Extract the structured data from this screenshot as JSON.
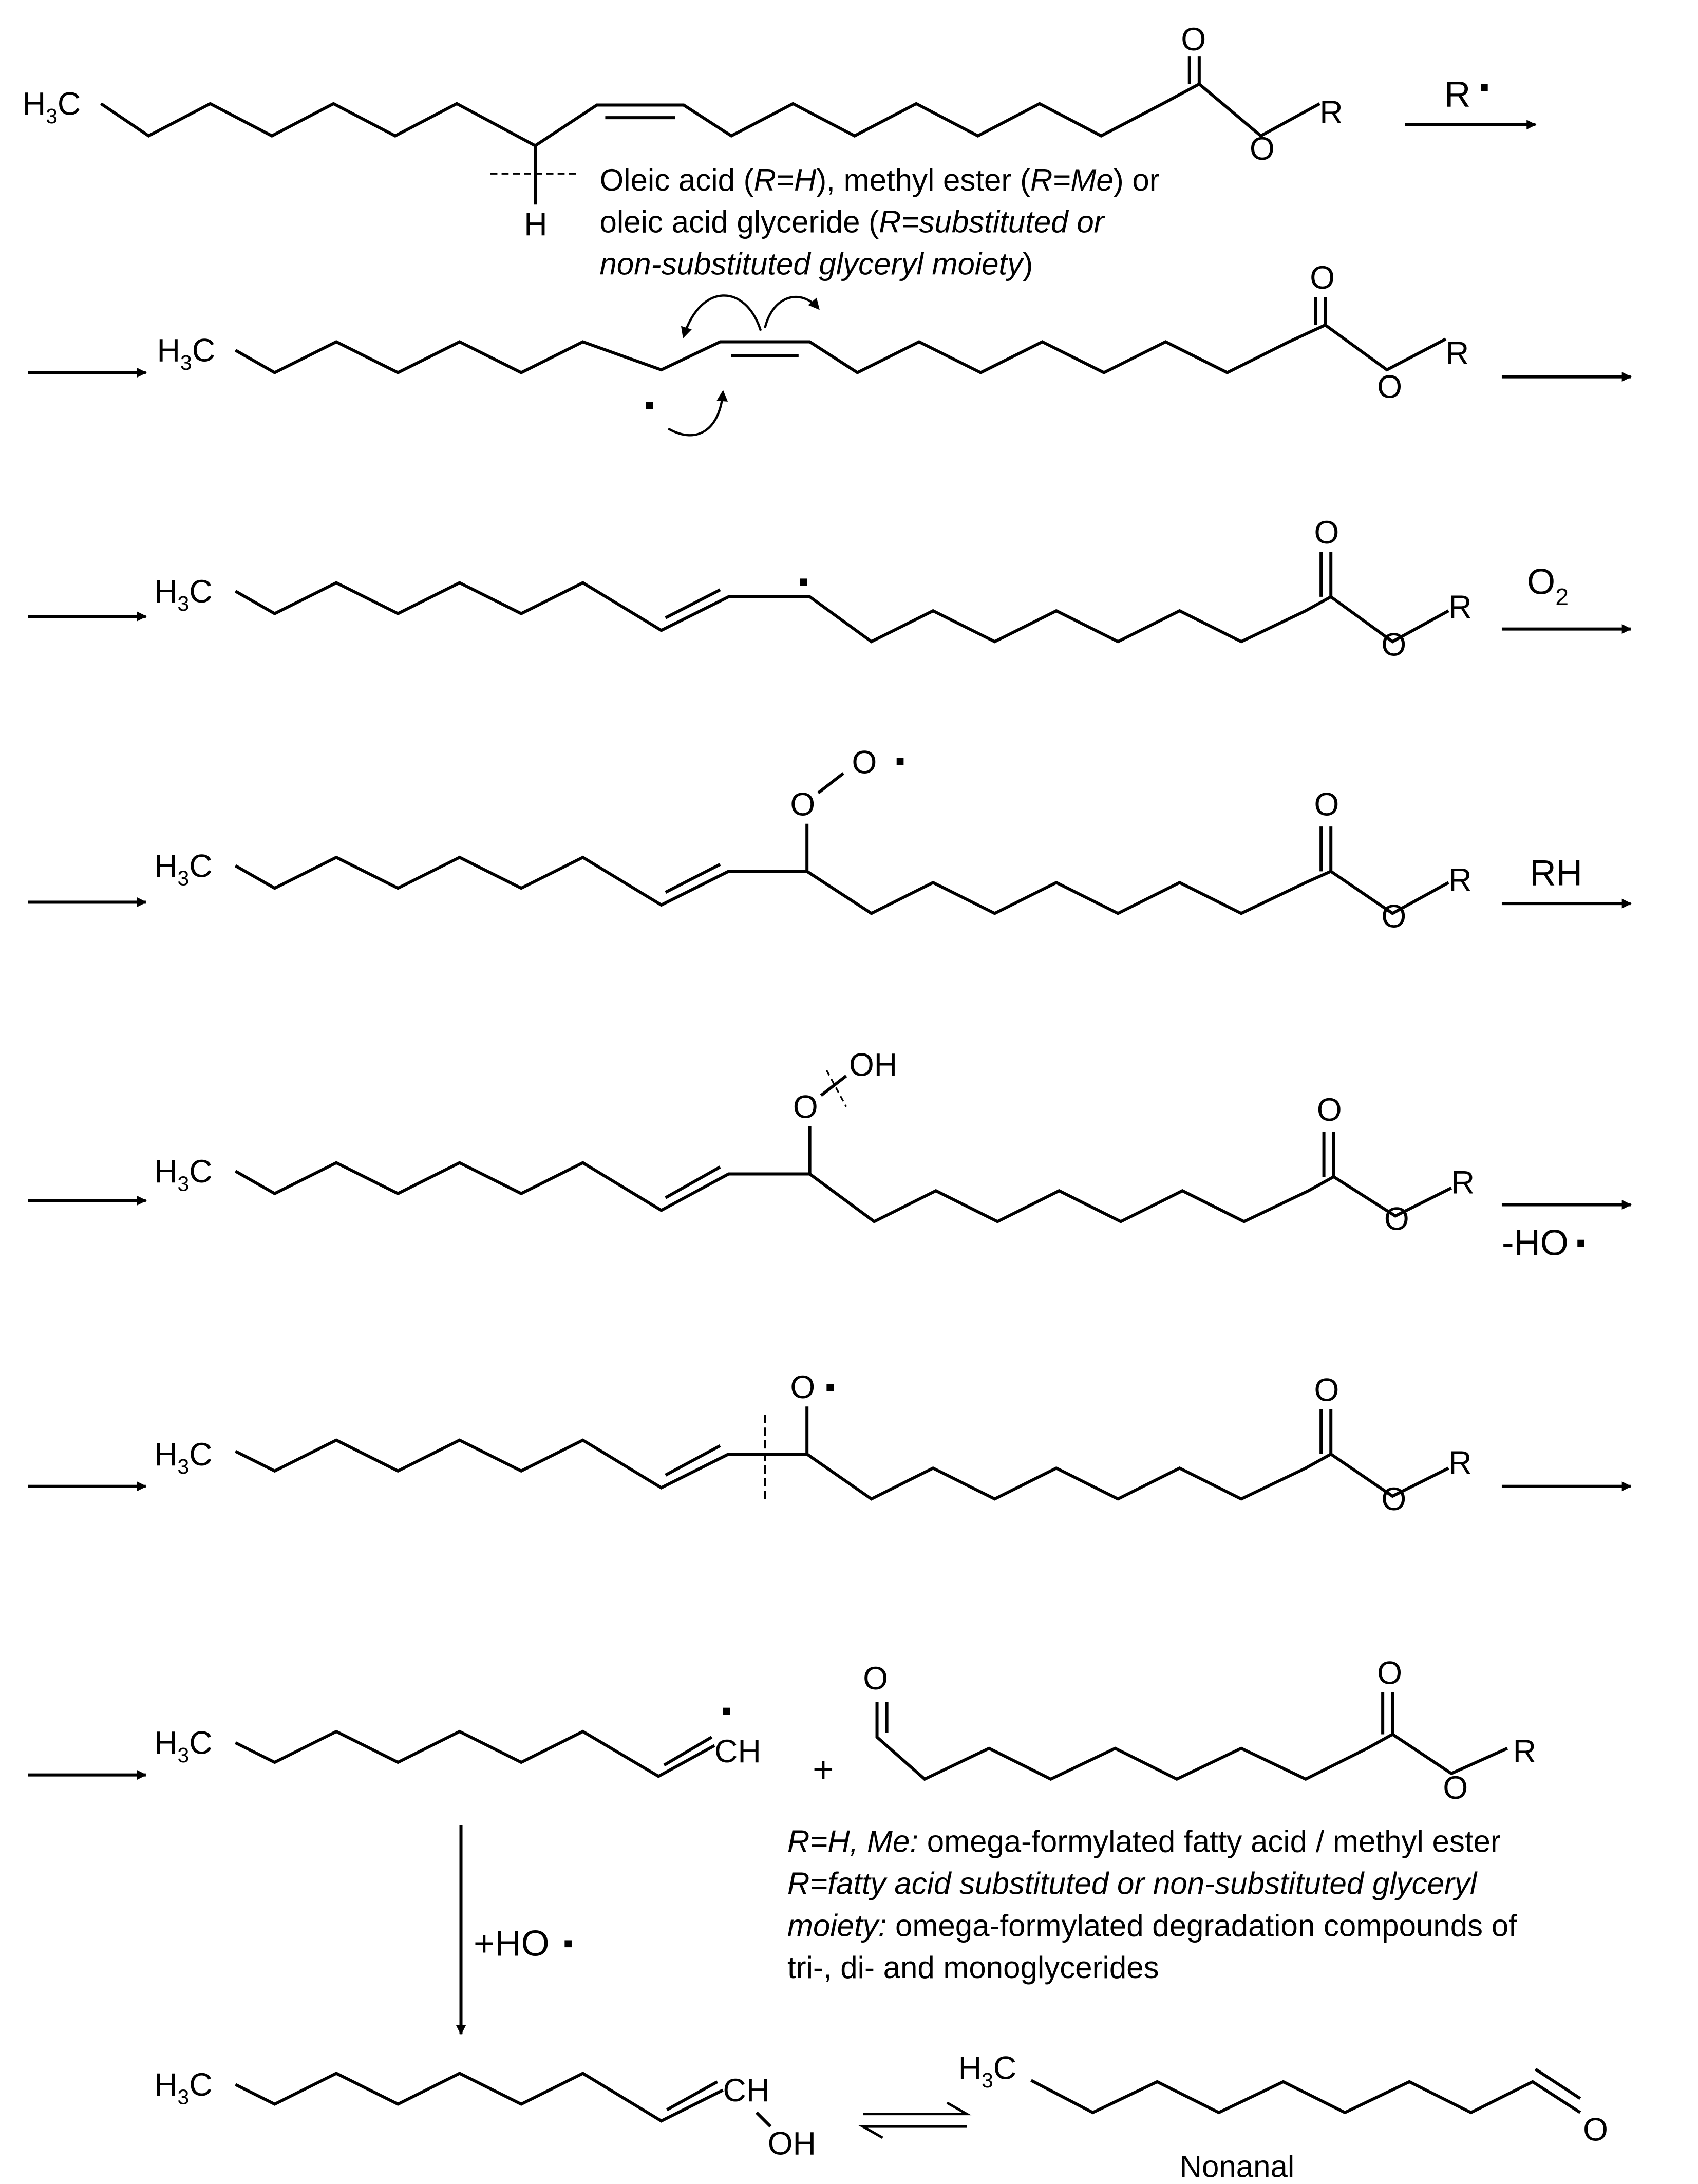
{
  "step1": {
    "h3c": "H3C",
    "o_carbonyl": "O",
    "o_ester": "O",
    "r": "R",
    "h": "H",
    "reagent": "R•",
    "caption": [
      [
        {
          "t": "Oleic acid ("
        },
        {
          "t": "R=H",
          "i": true
        },
        {
          "t": "), methyl ester ("
        },
        {
          "t": "R=Me",
          "i": true
        },
        {
          "t": ") or"
        }
      ],
      [
        {
          "t": "oleic acid glyceride ("
        },
        {
          "t": "R=substituted or",
          "i": true
        }
      ],
      [
        {
          "t": "non-substituted glyceryl moiety",
          "i": true
        },
        {
          "t": ")"
        }
      ]
    ]
  },
  "step2": {
    "h3c": "H3C",
    "o_carbonyl": "O",
    "o_ester": "O",
    "r": "R"
  },
  "step3": {
    "h3c": "H3C",
    "o_carbonyl": "O",
    "o_ester": "O",
    "r": "R",
    "reagent": "O2"
  },
  "step4": {
    "h3c": "H3C",
    "o_carbonyl": "O",
    "o_ester": "O",
    "r": "R",
    "peroxy_o1": "O",
    "peroxy_o2": "O",
    "reagent": "RH"
  },
  "step5": {
    "h3c": "H3C",
    "o_carbonyl": "O",
    "o_ester": "O",
    "r": "R",
    "hydroperoxy_o": "O",
    "hydroperoxy_oh": "OH",
    "reagent_below": "-HO•"
  },
  "step6": {
    "h3c": "H3C",
    "o_carbonyl": "O",
    "o_ester": "O",
    "r": "R",
    "alkoxy_o": "O"
  },
  "step7": {
    "h3c": "H3C",
    "ch": "CH",
    "plus": "+",
    "ald_o": "O",
    "o_carbonyl": "O",
    "o_ester": "O",
    "r": "R",
    "caption": [
      [
        {
          "t": "R=H, Me:",
          "i": true
        },
        {
          "t": " omega-formylated fatty acid / methyl ester"
        }
      ],
      [
        {
          "t": "R=fatty acid substituted or non-substituted glyceryl",
          "i": true
        }
      ],
      [
        {
          "t": "moiety:",
          "i": true
        },
        {
          "t": " omega-formylated degradation compounds of"
        }
      ],
      [
        {
          "t": "tri-, di- and monoglycerides"
        }
      ]
    ],
    "down_reagent": "+HO•"
  },
  "step8": {
    "h3c_enol": "H3C",
    "ch": "CH",
    "oh": "OH",
    "h3c_nonanal": "H3C",
    "ald_o": "O",
    "product_name": "Nonanal"
  }
}
